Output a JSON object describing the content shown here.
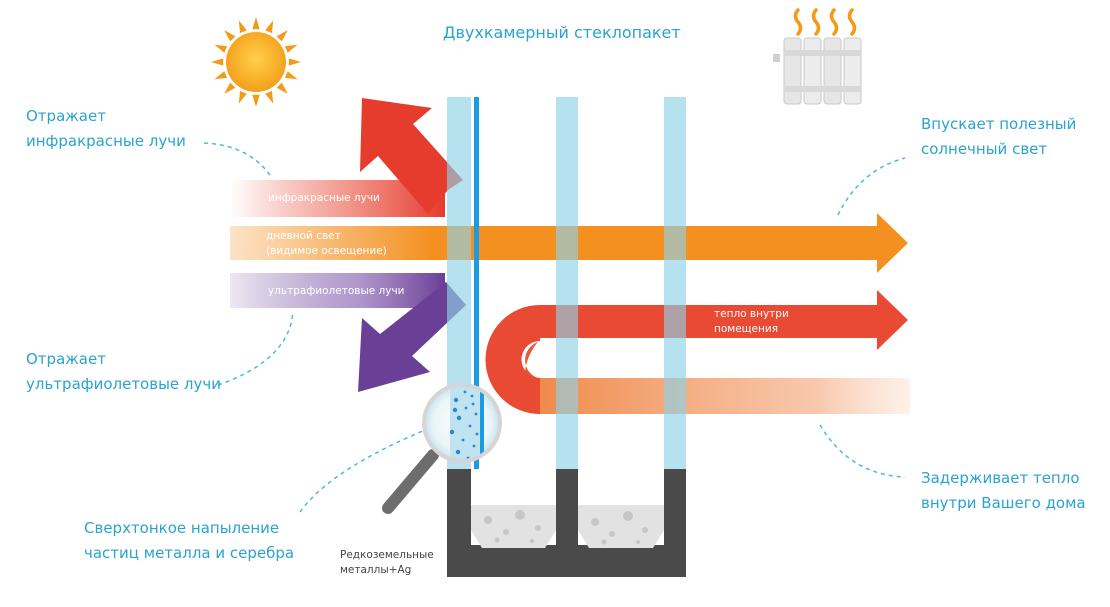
{
  "title": "Двухкамерный стеклопакет",
  "callouts": {
    "infrared_reflect": {
      "line1": "Отражает",
      "line2": "инфракрасные лучи"
    },
    "uv_reflect": {
      "line1": "Отражает",
      "line2": "ультрафиолетовые лучи"
    },
    "coating": {
      "line1": "Сверхтонкое напыление",
      "line2": "частиц металла и серебра"
    },
    "sunlight": {
      "line1": "Впускает полезный",
      "line2": "солнечный свет"
    },
    "heat_keep": {
      "line1": "Задерживает тепло",
      "line2": "внутри Вашего дома"
    }
  },
  "beams": {
    "infrared": "инфракрасные лучи",
    "daylight_line1": "дневной свет",
    "daylight_line2": "(видимое освещение)",
    "uv": "ультрафиолетовые лучи",
    "heat_line1": "тепло внутри",
    "heat_line2": "помещения"
  },
  "metals_label": {
    "line1": "Редкоземельные",
    "line2": "металлы+Ag"
  },
  "icons": [
    "sun-icon",
    "radiator-icon",
    "magnifier-icon"
  ],
  "colors": {
    "text_blue": "#2aa3cf",
    "infrared": "#e63c2e",
    "daylight": "#f39020",
    "uv": "#6a3f96",
    "heat": "#e94a33",
    "glass": "#8fd1e6",
    "coating_line": "#1b9be0",
    "frame": "#4a4a4a"
  }
}
